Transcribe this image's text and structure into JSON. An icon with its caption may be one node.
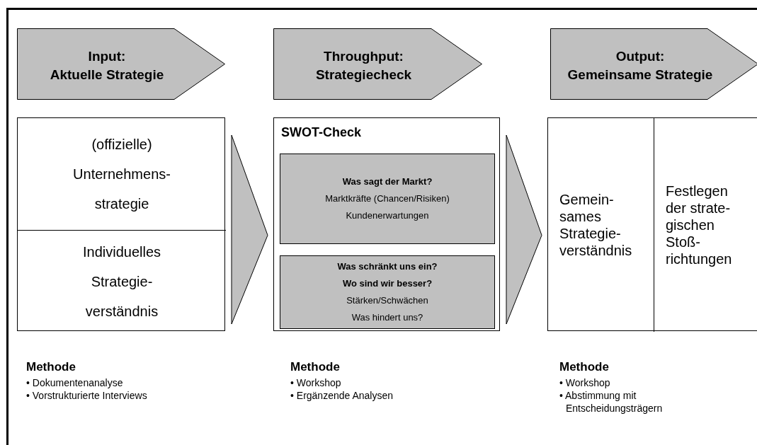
{
  "diagram": {
    "nodes": [
      {
        "text": [
          "Input:",
          "Aktuelle Strategie"
        ]
      },
      {
        "text": [
          "Throughput:",
          "Strategiecheck"
        ]
      },
      {
        "text": [
          "Output:",
          "Gemeinsame Strategie"
        ]
      },
      {
        "text": [],
        "shape": "box"
      },
      {
        "text": [
          "(offizielle) Unternehmens- strategie"
        ],
        "in": 3
      },
      {
        "text": [
          "Individuelles Strategie- verständnis"
        ],
        "in": 3
      },
      {
        "text": [
          "SWOT-Check"
        ]
      },
      {
        "text": [
          "Was sagt der Markt?",
          "Marktkräfte (Chancen/Risiken)",
          "Kundenerwartungen"
        ],
        "in": 6
      },
      {
        "text": [
          "Was schränkt uns ein?",
          "Wo sind wir besser?",
          "Stärken/Schwächen",
          "Was hindert uns?"
        ],
        "in": 6
      },
      {
        "text": [],
        "shape": "box"
      },
      {
        "text": [
          "Gemein- sames Strategie- verständnis"
        ],
        "in": 9
      },
      {
        "text": [
          "Festlegen der strate- gischen Stoß- richtungen"
        ],
        "in": 9
      }
    ],
    "edges": [
      {
        "from": 3,
        "to": 6,
        "arrow": "to"
      },
      {
        "from": 6,
        "to": 9,
        "arrow": "to"
      }
    ],
    "labels": [
      "Methode",
      "• Dokumentenanalyse",
      "• Vorstrukturierte Interviews",
      "Methode",
      "• Workshop",
      "• Ergänzende Analysen",
      "Methode",
      "• Workshop",
      "• Abstimmung mit Entscheidungsträgern"
    ]
  }
}
